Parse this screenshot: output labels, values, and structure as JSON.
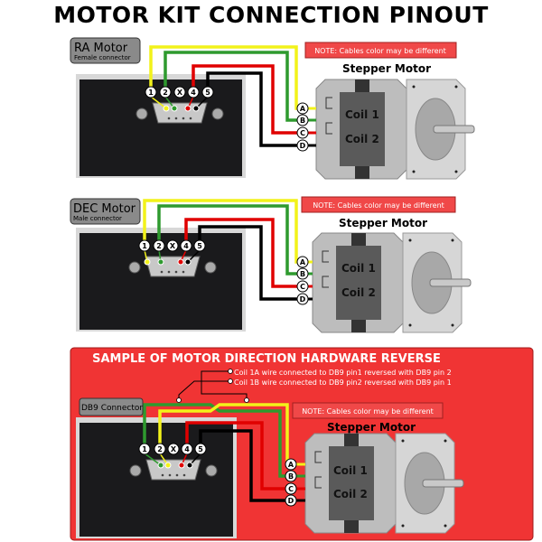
{
  "title": "MOTOR KIT CONNECTION PINOUT",
  "colors": {
    "yellow": "#f2f21a",
    "green": "#2e9a2e",
    "red": "#e00000",
    "black": "#000000",
    "note_bg": "#f04848",
    "panel_bg": "#f03434"
  },
  "pins": [
    "1",
    "2",
    "X",
    "4",
    "5"
  ],
  "terminals": [
    "A",
    "B",
    "C",
    "D"
  ],
  "sections": [
    {
      "label": "RA Motor",
      "sublabel": "Female connector",
      "note": "NOTE: Cables color may be different",
      "motor_title": "Stepper Motor",
      "coil1": "Coil 1",
      "coil2": "Coil 2"
    },
    {
      "label": "DEC Motor",
      "sublabel": "Male connector",
      "note": "NOTE: Cables color may be different",
      "motor_title": "Stepper Motor",
      "coil1": "Coil 1",
      "coil2": "Coil 2"
    },
    {
      "title": "SAMPLE OF MOTOR DIRECTION HARDWARE REVERSE",
      "label": "DB9 Connector",
      "annotation1": "Coil 1A wire connected to DB9 pin1 reversed with DB9 pin 2",
      "annotation2": "Coil 1B wire connected to DB9 pin2 reversed with DB9 pin 1",
      "note": "NOTE: Cables color may be different",
      "motor_title": "Stepper Motor",
      "coil1": "Coil 1",
      "coil2": "Coil 2"
    }
  ]
}
